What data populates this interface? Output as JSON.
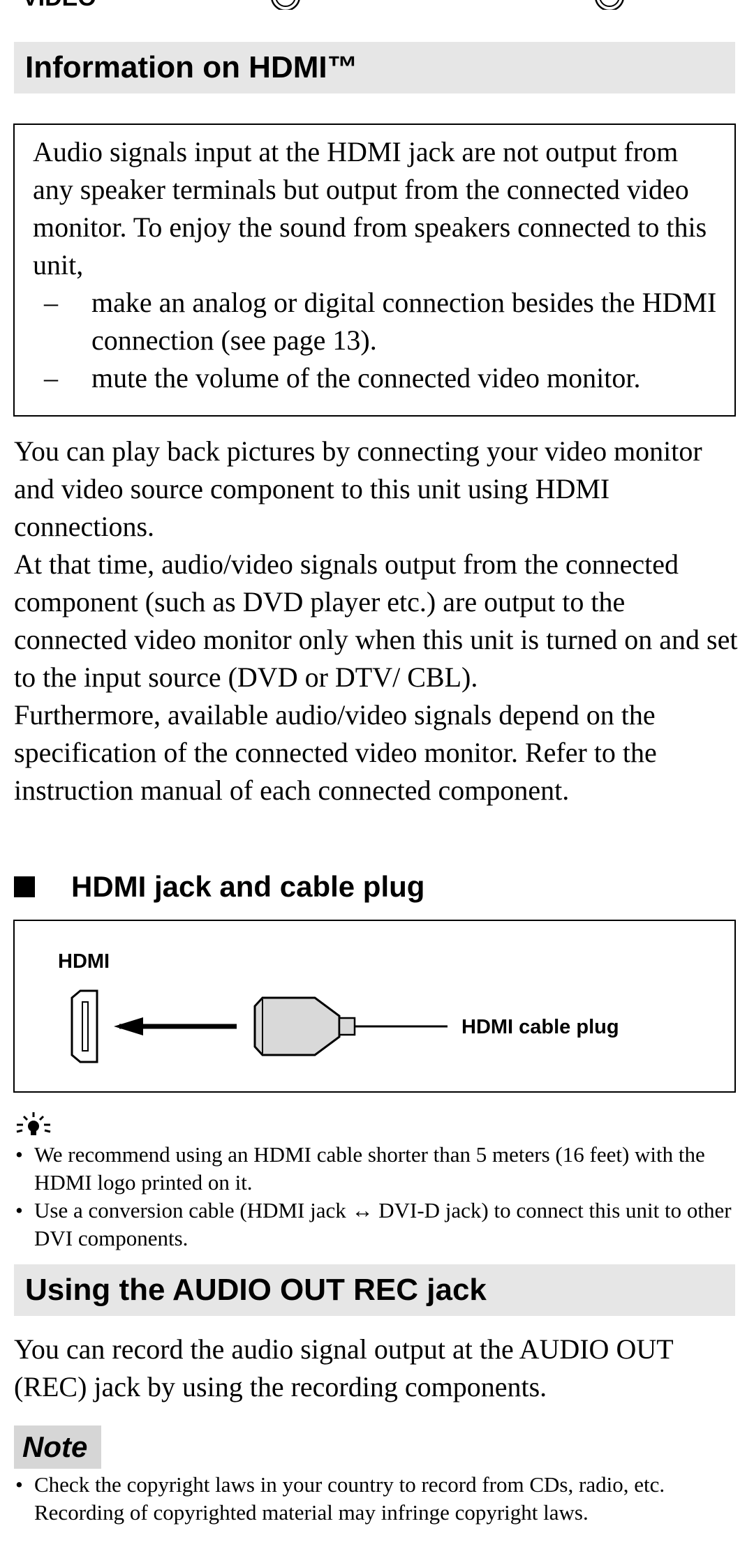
{
  "top_fragment": {
    "text": "VIDEO"
  },
  "hdmi_info": {
    "title": "Information on HDMI™",
    "box": {
      "intro": "Audio signals input at the HDMI jack are not output from any speaker terminals but output from the connected video monitor. To enjoy the sound from speakers connected to this unit,",
      "items": [
        "make an analog or digital connection besides the HDMI connection (see page 13).",
        "mute the volume of the connected video monitor."
      ]
    },
    "paragraphs": [
      "You can play back pictures by connecting your video monitor and video source component to this unit using HDMI connections.",
      "At that time, audio/video signals output from the connected component (such as DVD player etc.) are output to the connected video monitor only when this unit is turned on and set to the input source (DVD or DTV/ CBL).",
      "Furthermore, available audio/video signals depend on the specification of the connected video monitor. Refer to the instruction manual of each connected component."
    ]
  },
  "jack_section": {
    "title": "HDMI jack and cable plug",
    "diagram": {
      "jack_label": "HDMI",
      "plug_label": "HDMI cable plug"
    }
  },
  "tips": {
    "icon": "lightbulb-tip-icon",
    "items": [
      "We recommend using an HDMI cable shorter than 5 meters (16 feet) with the HDMI logo printed on it.",
      "Use a conversion cable (HDMI jack ↔ DVI-D jack) to connect this unit to other DVI components."
    ]
  },
  "audio_out": {
    "title": "Using the AUDIO OUT REC jack",
    "paragraph": "You can record the audio signal output at the AUDIO OUT (REC) jack by using the recording components."
  },
  "note": {
    "label": "Note",
    "items": [
      "Check the copyright laws in your country to record from CDs, radio, etc. Recording of copyrighted material may infringe copyright laws."
    ]
  },
  "colors": {
    "header_bg": "#e6e6e6",
    "note_tag_bg": "#d6d6d6",
    "plug_fill": "#d9d9d9"
  }
}
